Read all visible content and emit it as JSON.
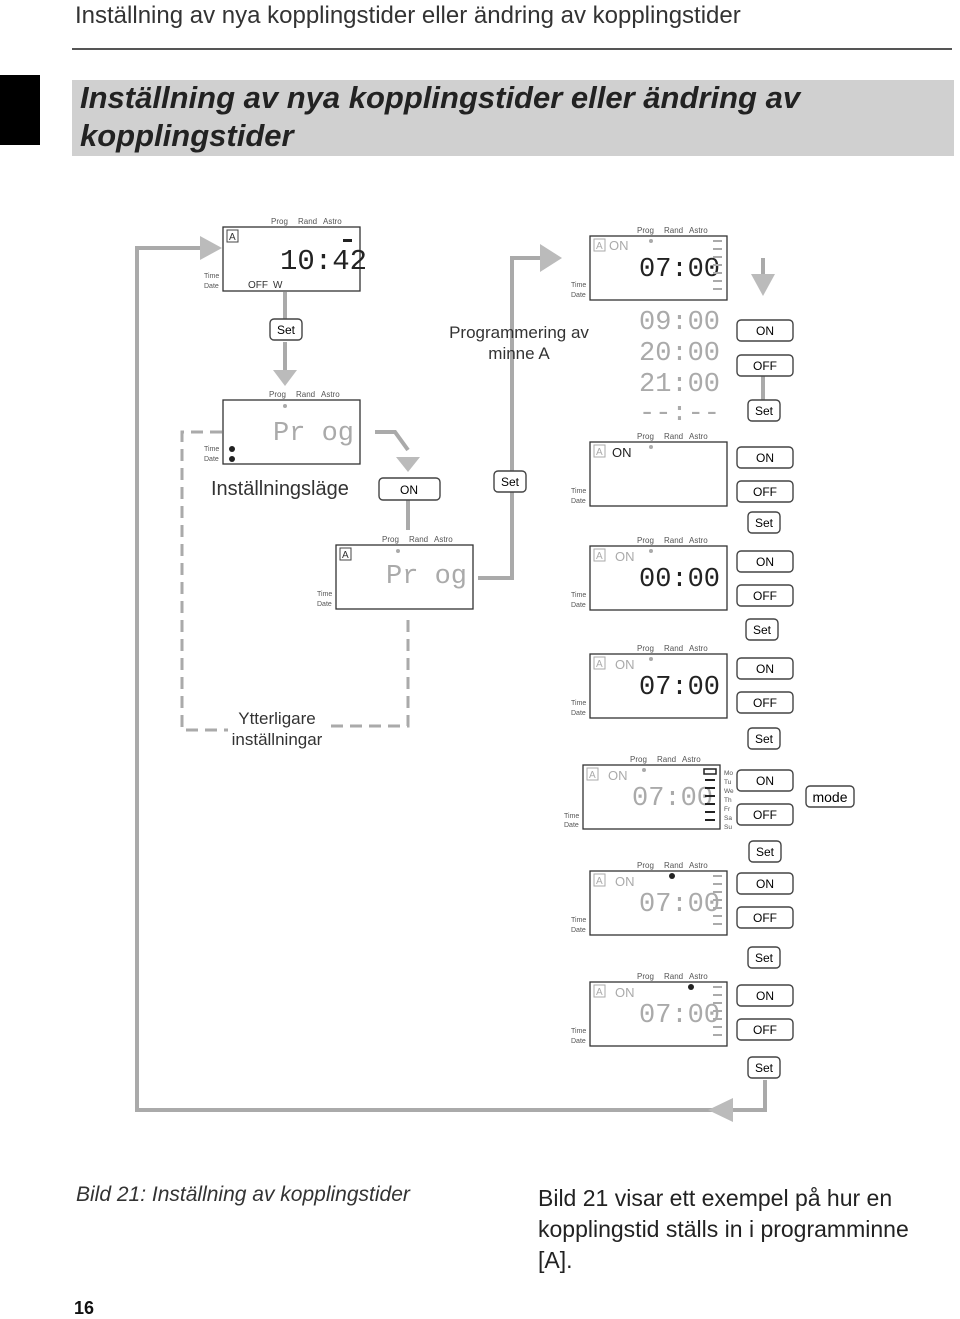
{
  "header": {
    "title": "Inställning av nya kopplingstider eller ändring av kopplingstider"
  },
  "section": {
    "title": "Inställning av nya kopplingstider eller ändring av kopplingstider"
  },
  "display_labels": {
    "prog": "Prog",
    "rand": "Rand",
    "astro": "Astro",
    "time": "Time",
    "date": "Date",
    "a": "A",
    "on": "ON",
    "off": "OFF",
    "w": "W"
  },
  "digits": {
    "d1": "10:42",
    "d2": "Pr og",
    "d3": "Pr og",
    "d4": "07:00",
    "d5": "09:00",
    "d6": "20:00",
    "d7": "21:00",
    "d8": "--:--",
    "d9": "00:00",
    "d10": "07:00",
    "d11": "07:00",
    "d12": "07:00",
    "d13": "07:00"
  },
  "labels": {
    "installningslage": "Inställningsläge",
    "programmering_line1": "Programmering av",
    "programmering_line2": "minne A",
    "ytterligare_line1": "Ytterligare",
    "ytterligare_line2": "inställningar"
  },
  "buttons": {
    "set": "Set",
    "on": "ON",
    "off": "OFF",
    "mode": "mode"
  },
  "days": [
    "Mo",
    "Tu",
    "We",
    "Th",
    "Fr",
    "Sa",
    "Su"
  ],
  "caption": {
    "left": "Bild 21:  Inställning av kopplingstider",
    "right": "Bild 21 visar ett exempel på hur en kopplingstid ställs in i programminne [A]."
  },
  "page": {
    "number": "16"
  }
}
